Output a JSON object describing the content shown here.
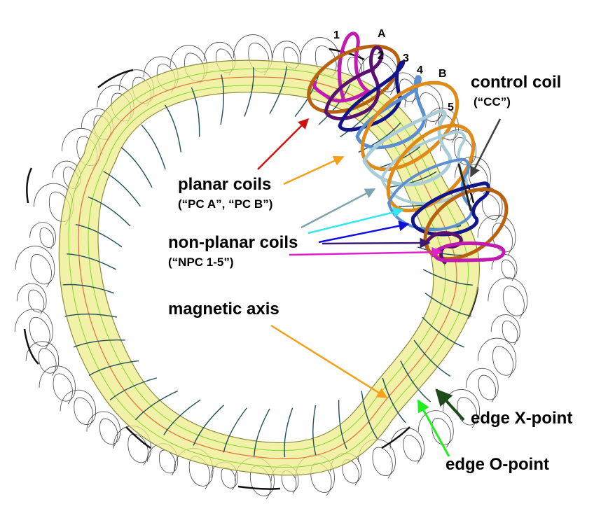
{
  "labels": {
    "planar_coils": "planar coils",
    "planar_coils_sub": "(“PC A”, “PC B”)",
    "non_planar_coils": "non-planar coils",
    "non_planar_coils_sub": "(“NPC 1-5”)",
    "control_coil": "control coil",
    "control_coil_sub": "(“CC”)",
    "magnetic_axis": "magnetic axis",
    "edge_x_point": "edge X-point",
    "edge_o_point": "edge O-point"
  },
  "coil_ids": {
    "npc1": "1",
    "npc2": "2",
    "npc3": "3",
    "npc4": "4",
    "npc5": "5",
    "pca": "A",
    "pcb": "B"
  },
  "colors": {
    "plasma_fill": "#ecec8a",
    "plasma_edge": "#8a8a3a",
    "field_line": "#1f4f5a",
    "axis_line": "#e0703a",
    "o_point_line": "#7fd62a",
    "planar_coil": "#b8620f",
    "planar_coil_b": "#e08a18",
    "npc1": "#c01ab0",
    "npc2": "#5a1070",
    "npc3": "#12148a",
    "npc4": "#5b8fd0",
    "npc5": "#a8ccd8",
    "control_coil": "#222222",
    "arrow_planar_a": "#d01010",
    "arrow_planar_b": "#f5a018",
    "arrow_npc5": "#7fa4b0",
    "arrow_npc4": "#33e6f0",
    "arrow_npc3": "#1010dd",
    "arrow_npc2": "#3a1a6e",
    "arrow_npc1": "#e020c8",
    "arrow_cc": "#404040",
    "arrow_axis": "#f5a018",
    "arrow_x": "#1f4a1a",
    "arrow_o": "#1ef01e"
  }
}
